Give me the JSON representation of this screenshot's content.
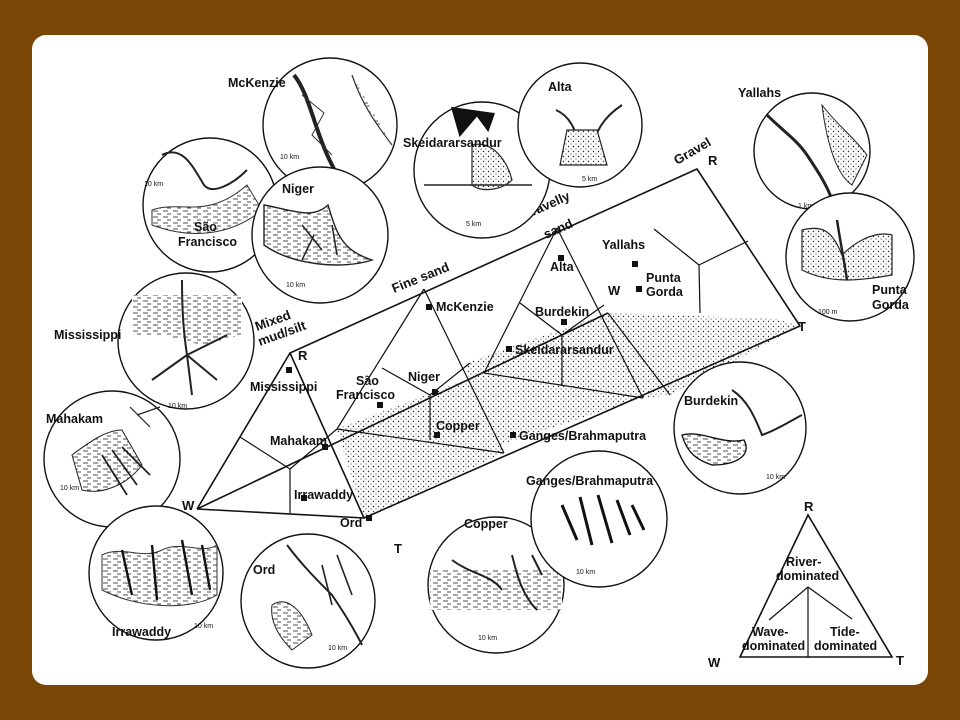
{
  "axis_labels": {
    "mixed_line1": "Mixed",
    "mixed_line2": "mud/silt",
    "fine_sand": "Fine sand",
    "gravelly": "Gravelly",
    "sand": "sand",
    "gravel": "Gravel"
  },
  "corner_labels": {
    "r": "R",
    "w": "W",
    "t": "T"
  },
  "deltas": {
    "mississippi": "Mississippi",
    "mahakam": "Mahakam",
    "irrawaddy": "Irrawaddy",
    "ord": "Ord",
    "sao_francisco_line1": "São",
    "sao_francisco_line2": "Francisco",
    "niger": "Niger",
    "copper": "Copper",
    "mckenzie": "McKenzie",
    "ganges": "Ganges/Brahmaputra",
    "alta": "Alta",
    "burdekin": "Burdekin",
    "skeidararsandur": "Skeidararsandur",
    "yallahs": "Yallahs",
    "punta_gorda_line1": "Punta",
    "punta_gorda_line2": "Gorda"
  },
  "scale_labels": {
    "ten_km": "10 km",
    "five_km": "5 km",
    "one_km": "1 km",
    "hundred_m": "100 m"
  },
  "legend": {
    "r": "R",
    "w": "W",
    "t": "T",
    "river_line1": "River-",
    "river_line2": "dominated",
    "wave_line1": "Wave-",
    "wave_line2": "dominated",
    "tide_line1": "Tide-",
    "tide_line2": "dominated"
  }
}
